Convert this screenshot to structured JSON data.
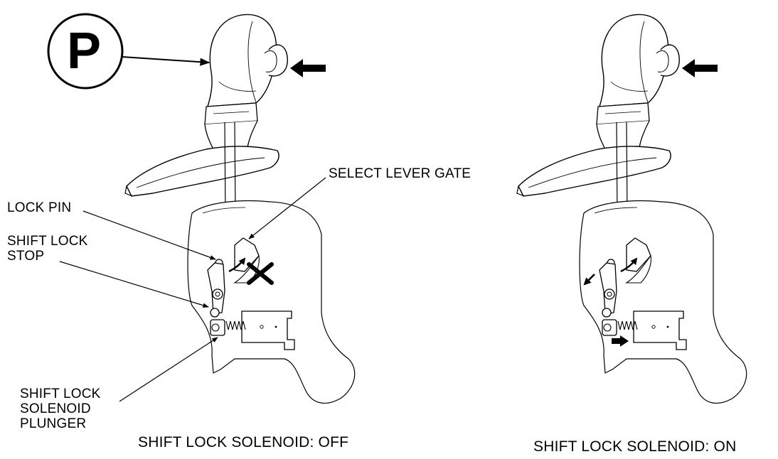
{
  "park_symbol": "P",
  "labels": {
    "lock_pin": "LOCK PIN",
    "shift_lock_stop": [
      "SHIFT LOCK",
      "STOP"
    ],
    "select_lever_gate": "SELECT LEVER GATE",
    "shift_lock_solenoid_plunger": [
      "SHIFT LOCK",
      "SOLENOID",
      "PLUNGER"
    ]
  },
  "captions": {
    "left": "SHIFT LOCK SOLENOID: OFF",
    "right": "SHIFT LOCK SOLENOID: ON"
  },
  "icons": {
    "press_arrow": "arrow-left-icon",
    "blocked_mark": "x-mark-icon",
    "plunger_motion": "arrow-right-icon",
    "stop_motion": "arrow-down-left-icon"
  }
}
